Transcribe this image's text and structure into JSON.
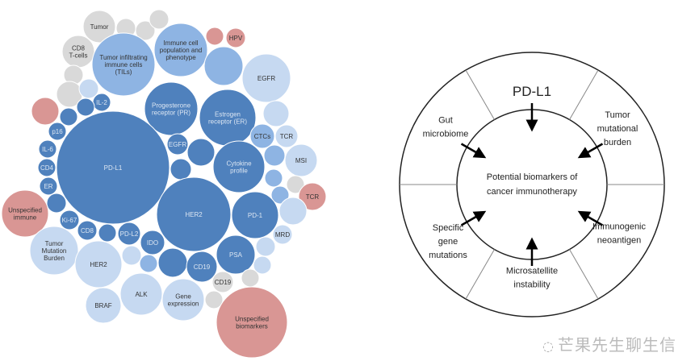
{
  "colors": {
    "dark": "#4f81bd",
    "mid": "#8eb4e3",
    "light": "#c6d9f1",
    "gray": "#d9d9d9",
    "pink": "#d99694"
  },
  "bubble_chart": {
    "labels": [
      "Tumor",
      "CD8\nT-cells",
      "Tumor infiltrating\nimmune cells\n(TILs)",
      "Immune cell\npopulation and\nphenotype",
      "HPV",
      "EGFR",
      "IL-2",
      "Progesterone\nreceptor (PR)",
      "Estrogen\nreceptor (ER)",
      "CTCs",
      "TCR",
      "MSI",
      "p16",
      "IL-6",
      "CD4",
      "ER",
      "PD-L1",
      "EGFR",
      "Cytokine\nprofile",
      "TCR",
      "Unspecified\nimmune",
      "Ki-67",
      "CD8",
      "PD-L2",
      "HER2",
      "PD-1",
      "MRD",
      "IDO",
      "Tumor\nMutation\nBurden",
      "HER2",
      "CD19",
      "PSA",
      "CD19",
      "ALK",
      "BRAF",
      "Gene\nexpression",
      "Unspecified\nbiomarkers"
    ]
  },
  "wheel": {
    "center": "Potential biomarkers of\ncancer immunotherapy",
    "segments": [
      "PD-L1",
      "Tumor\nmutational\nburden",
      "Immunogenic\nneoantigen",
      "Microsatellite\ninstability",
      "Specific\ngene\nmutations",
      "Gut\nmicrobiome"
    ]
  },
  "watermark": "芒果先生聊生信"
}
